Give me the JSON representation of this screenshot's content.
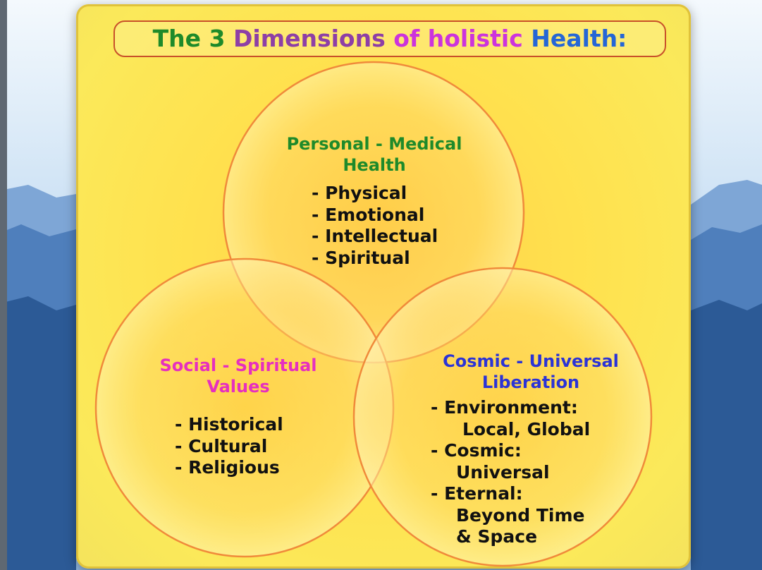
{
  "title": {
    "parts": [
      {
        "text": "The 3 ",
        "color": "#1e8a2a"
      },
      {
        "text": "Dimensions ",
        "color": "#8d3fa6"
      },
      {
        "text": "of holistic ",
        "color": "#cc33dd"
      },
      {
        "text": "Health:",
        "color": "#2566d6"
      }
    ]
  },
  "circles": {
    "personal": {
      "heading": [
        "Personal - Medical",
        "Health"
      ],
      "items": [
        "- Physical",
        "- Emotional",
        "- Intellectual",
        "- Spiritual"
      ]
    },
    "social": {
      "heading": [
        "Social - Spiritual",
        "Values"
      ],
      "items": [
        "- Historical",
        "- Cultural",
        "- Religious"
      ]
    },
    "cosmic": {
      "heading": [
        "Cosmic - Universal",
        "Liberation"
      ],
      "items": [
        "- Environment:",
        "Local, Global",
        "- Cosmic:",
        "Universal",
        "- Eternal:",
        "Beyond Time",
        "& Space"
      ]
    }
  },
  "colors": {
    "panel": "#ffe14e",
    "circle_outline": "#f08a3a",
    "personal_heading": "#1e8a2a",
    "social_heading": "#e62fbf",
    "cosmic_heading": "#2b33d6",
    "background_sky": "#dfeefb",
    "background_mountains": "#2c5a96"
  }
}
